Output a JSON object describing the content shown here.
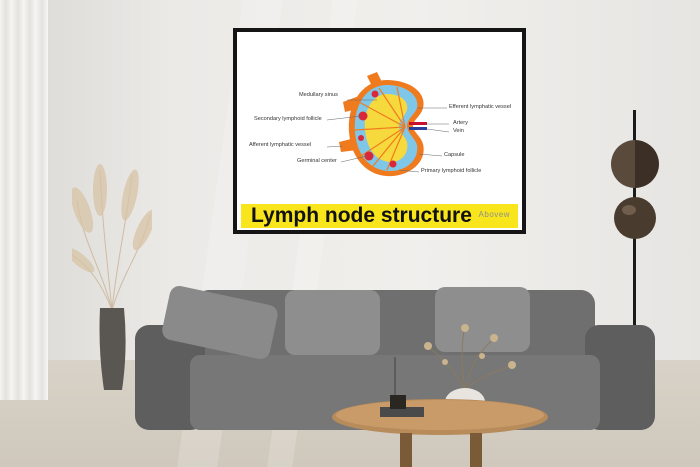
{
  "poster": {
    "title": "Lymph node structure",
    "watermark": "Abovew",
    "labels": {
      "medullary_sinus": "Medullary sinus",
      "secondary_follicle": "Secondary lymphoid follicle",
      "afferent_vessel": "Afferent lymphatic vessel",
      "germinal_center": "Germinal center",
      "efferent_vessel": "Efferent lymphatic vessel",
      "artery": "Artery",
      "vein": "Vein",
      "capsule": "Capsule",
      "primary_follicle": "Primary lymphoid follicle"
    }
  },
  "colors": {
    "banner": "#f8e51b",
    "capsule_orange": "#f07b1f",
    "cortex_blue": "#7fc7e8",
    "follicle_yellow": "#f6d93c",
    "follicle_red": "#d9283a",
    "artery_red": "#c8102e",
    "vein_blue": "#2c3e9c"
  }
}
